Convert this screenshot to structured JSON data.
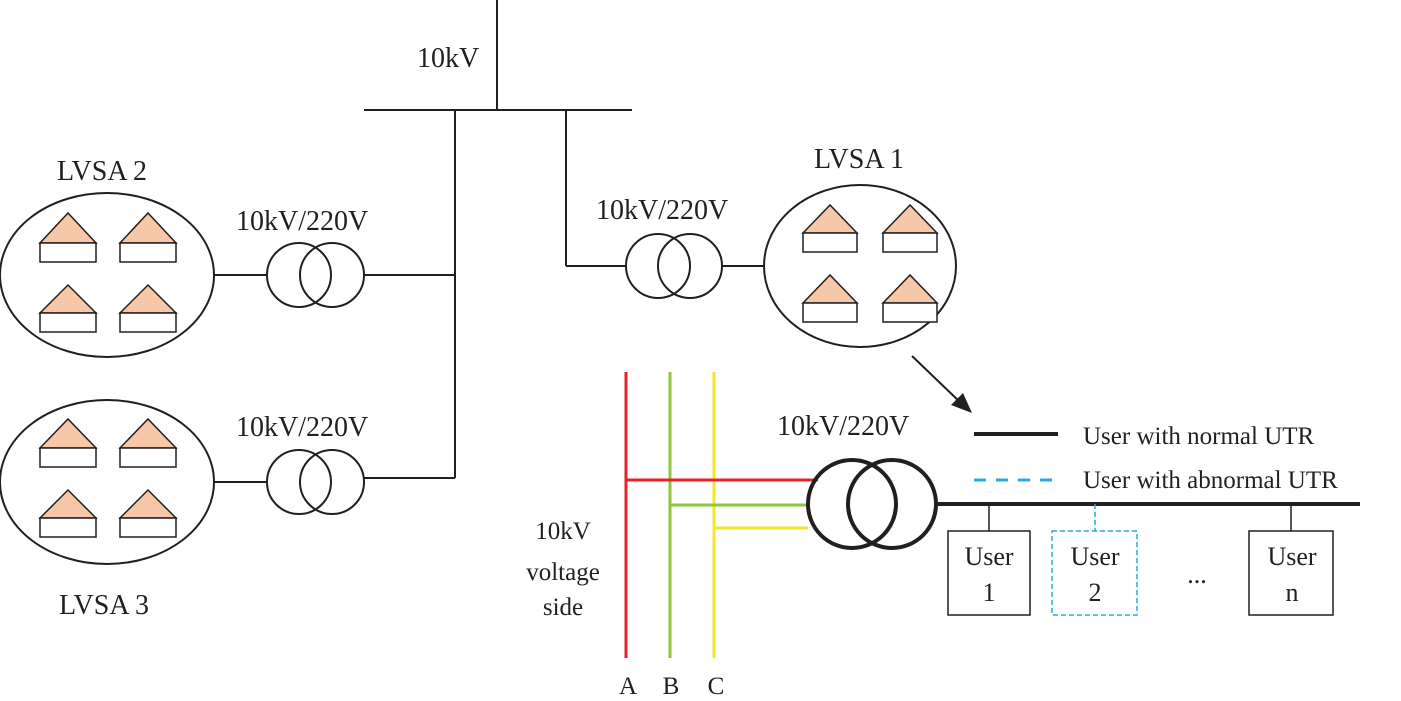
{
  "bus": {
    "label": "10kV"
  },
  "areas": {
    "lvsa1": "LVSA 1",
    "lvsa2": "LVSA 2",
    "lvsa3": "LVSA 3"
  },
  "transformers": {
    "t_lvsa1": "10kV/220V",
    "t_lvsa2": "10kV/220V",
    "t_lvsa3": "10kV/220V",
    "t_detail": "10kV/220V"
  },
  "voltage_side": {
    "line1": "10kV",
    "line2": "voltage",
    "line3": "side"
  },
  "phases": [
    {
      "label": "A",
      "color": "#e8202a"
    },
    {
      "label": "B",
      "color": "#8dc63f"
    },
    {
      "label": "C",
      "color": "#f2e82a"
    }
  ],
  "legend": {
    "normal": "User with normal UTR",
    "abnormal": "User with abnormal UTR",
    "normal_color": "#231f20",
    "abnormal_color": "#29a9e0"
  },
  "users": [
    {
      "line1": "User",
      "line2": "1",
      "status": "normal"
    },
    {
      "line1": "User",
      "line2": "2",
      "status": "abnormal"
    },
    {
      "line1": "User",
      "line2": "n",
      "status": "normal"
    }
  ],
  "ellipsis": "...",
  "house_colors": {
    "roof": "#f6c8a8",
    "body": "#ffffff"
  }
}
